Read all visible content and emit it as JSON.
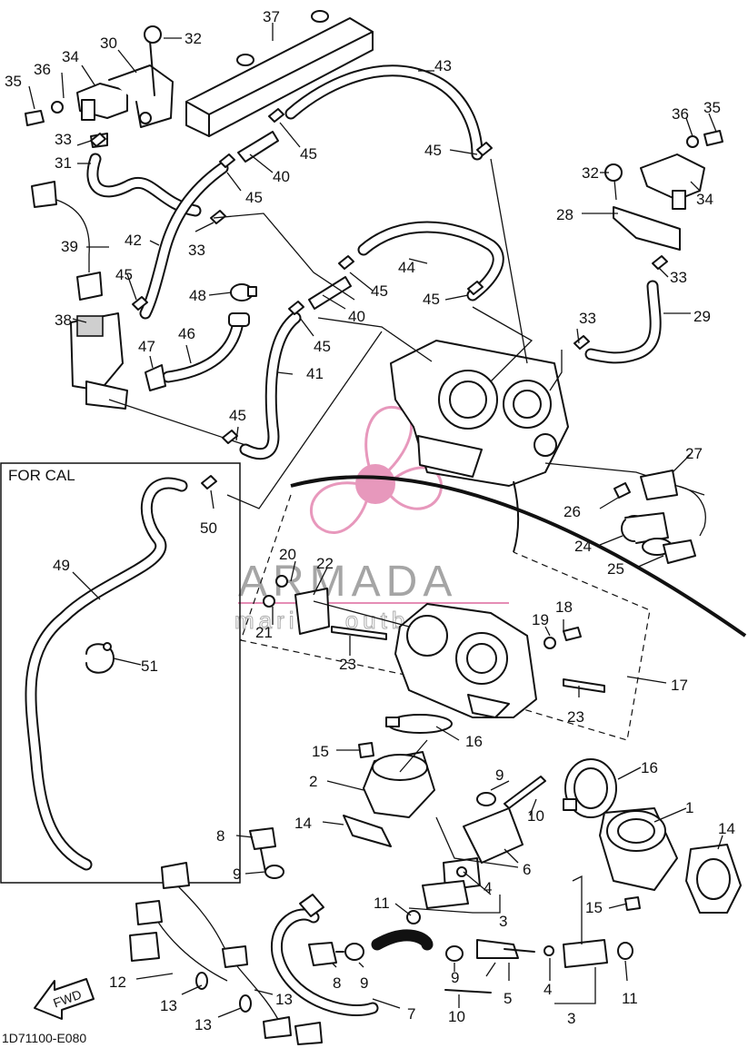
{
  "diagram_code": "1D71100-E080",
  "inset_title": "FOR CAL",
  "fwd_label": "FWD",
  "watermark": {
    "brand": "ARMADA",
    "tagline": "marine outboards",
    "colors": {
      "logo_pink": "#e58db5",
      "text_gray": "#888888"
    }
  },
  "colors": {
    "line": "#111111",
    "background": "#ffffff"
  },
  "callouts": {
    "c1": "1",
    "c2": "2",
    "c3a": "3",
    "c3b": "3",
    "c4a": "4",
    "c4b": "4",
    "c5": "5",
    "c6": "6",
    "c7": "7",
    "c8a": "8",
    "c8b": "8",
    "c9a": "9",
    "c9b": "9",
    "c9c": "9",
    "c9d": "9",
    "c10a": "10",
    "c10b": "10",
    "c11a": "11",
    "c11b": "11",
    "c12": "12",
    "c13a": "13",
    "c13b": "13",
    "c13c": "13",
    "c14a": "14",
    "c14b": "14",
    "c15a": "15",
    "c15b": "15",
    "c16a": "16",
    "c16b": "16",
    "c17": "17",
    "c18": "18",
    "c19": "19",
    "c20": "20",
    "c21": "21",
    "c22": "22",
    "c23a": "23",
    "c23b": "23",
    "c24": "24",
    "c25": "25",
    "c26": "26",
    "c27": "27",
    "c28": "28",
    "c29": "29",
    "c30": "30",
    "c31": "31",
    "c32a": "32",
    "c32b": "32",
    "c33a": "33",
    "c33b": "33",
    "c33c": "33",
    "c33d": "33",
    "c34a": "34",
    "c34b": "34",
    "c35a": "35",
    "c35b": "35",
    "c36a": "36",
    "c36b": "36",
    "c37": "37",
    "c38": "38",
    "c39": "39",
    "c40a": "40",
    "c40b": "40",
    "c41": "41",
    "c42": "42",
    "c43": "43",
    "c44": "44",
    "c45a": "45",
    "c45b": "45",
    "c45c": "45",
    "c45d": "45",
    "c45e": "45",
    "c45f": "45",
    "c45g": "45",
    "c45h": "45",
    "c46": "46",
    "c47": "47",
    "c48": "48",
    "c49": "49",
    "c50": "50",
    "c51": "51"
  }
}
